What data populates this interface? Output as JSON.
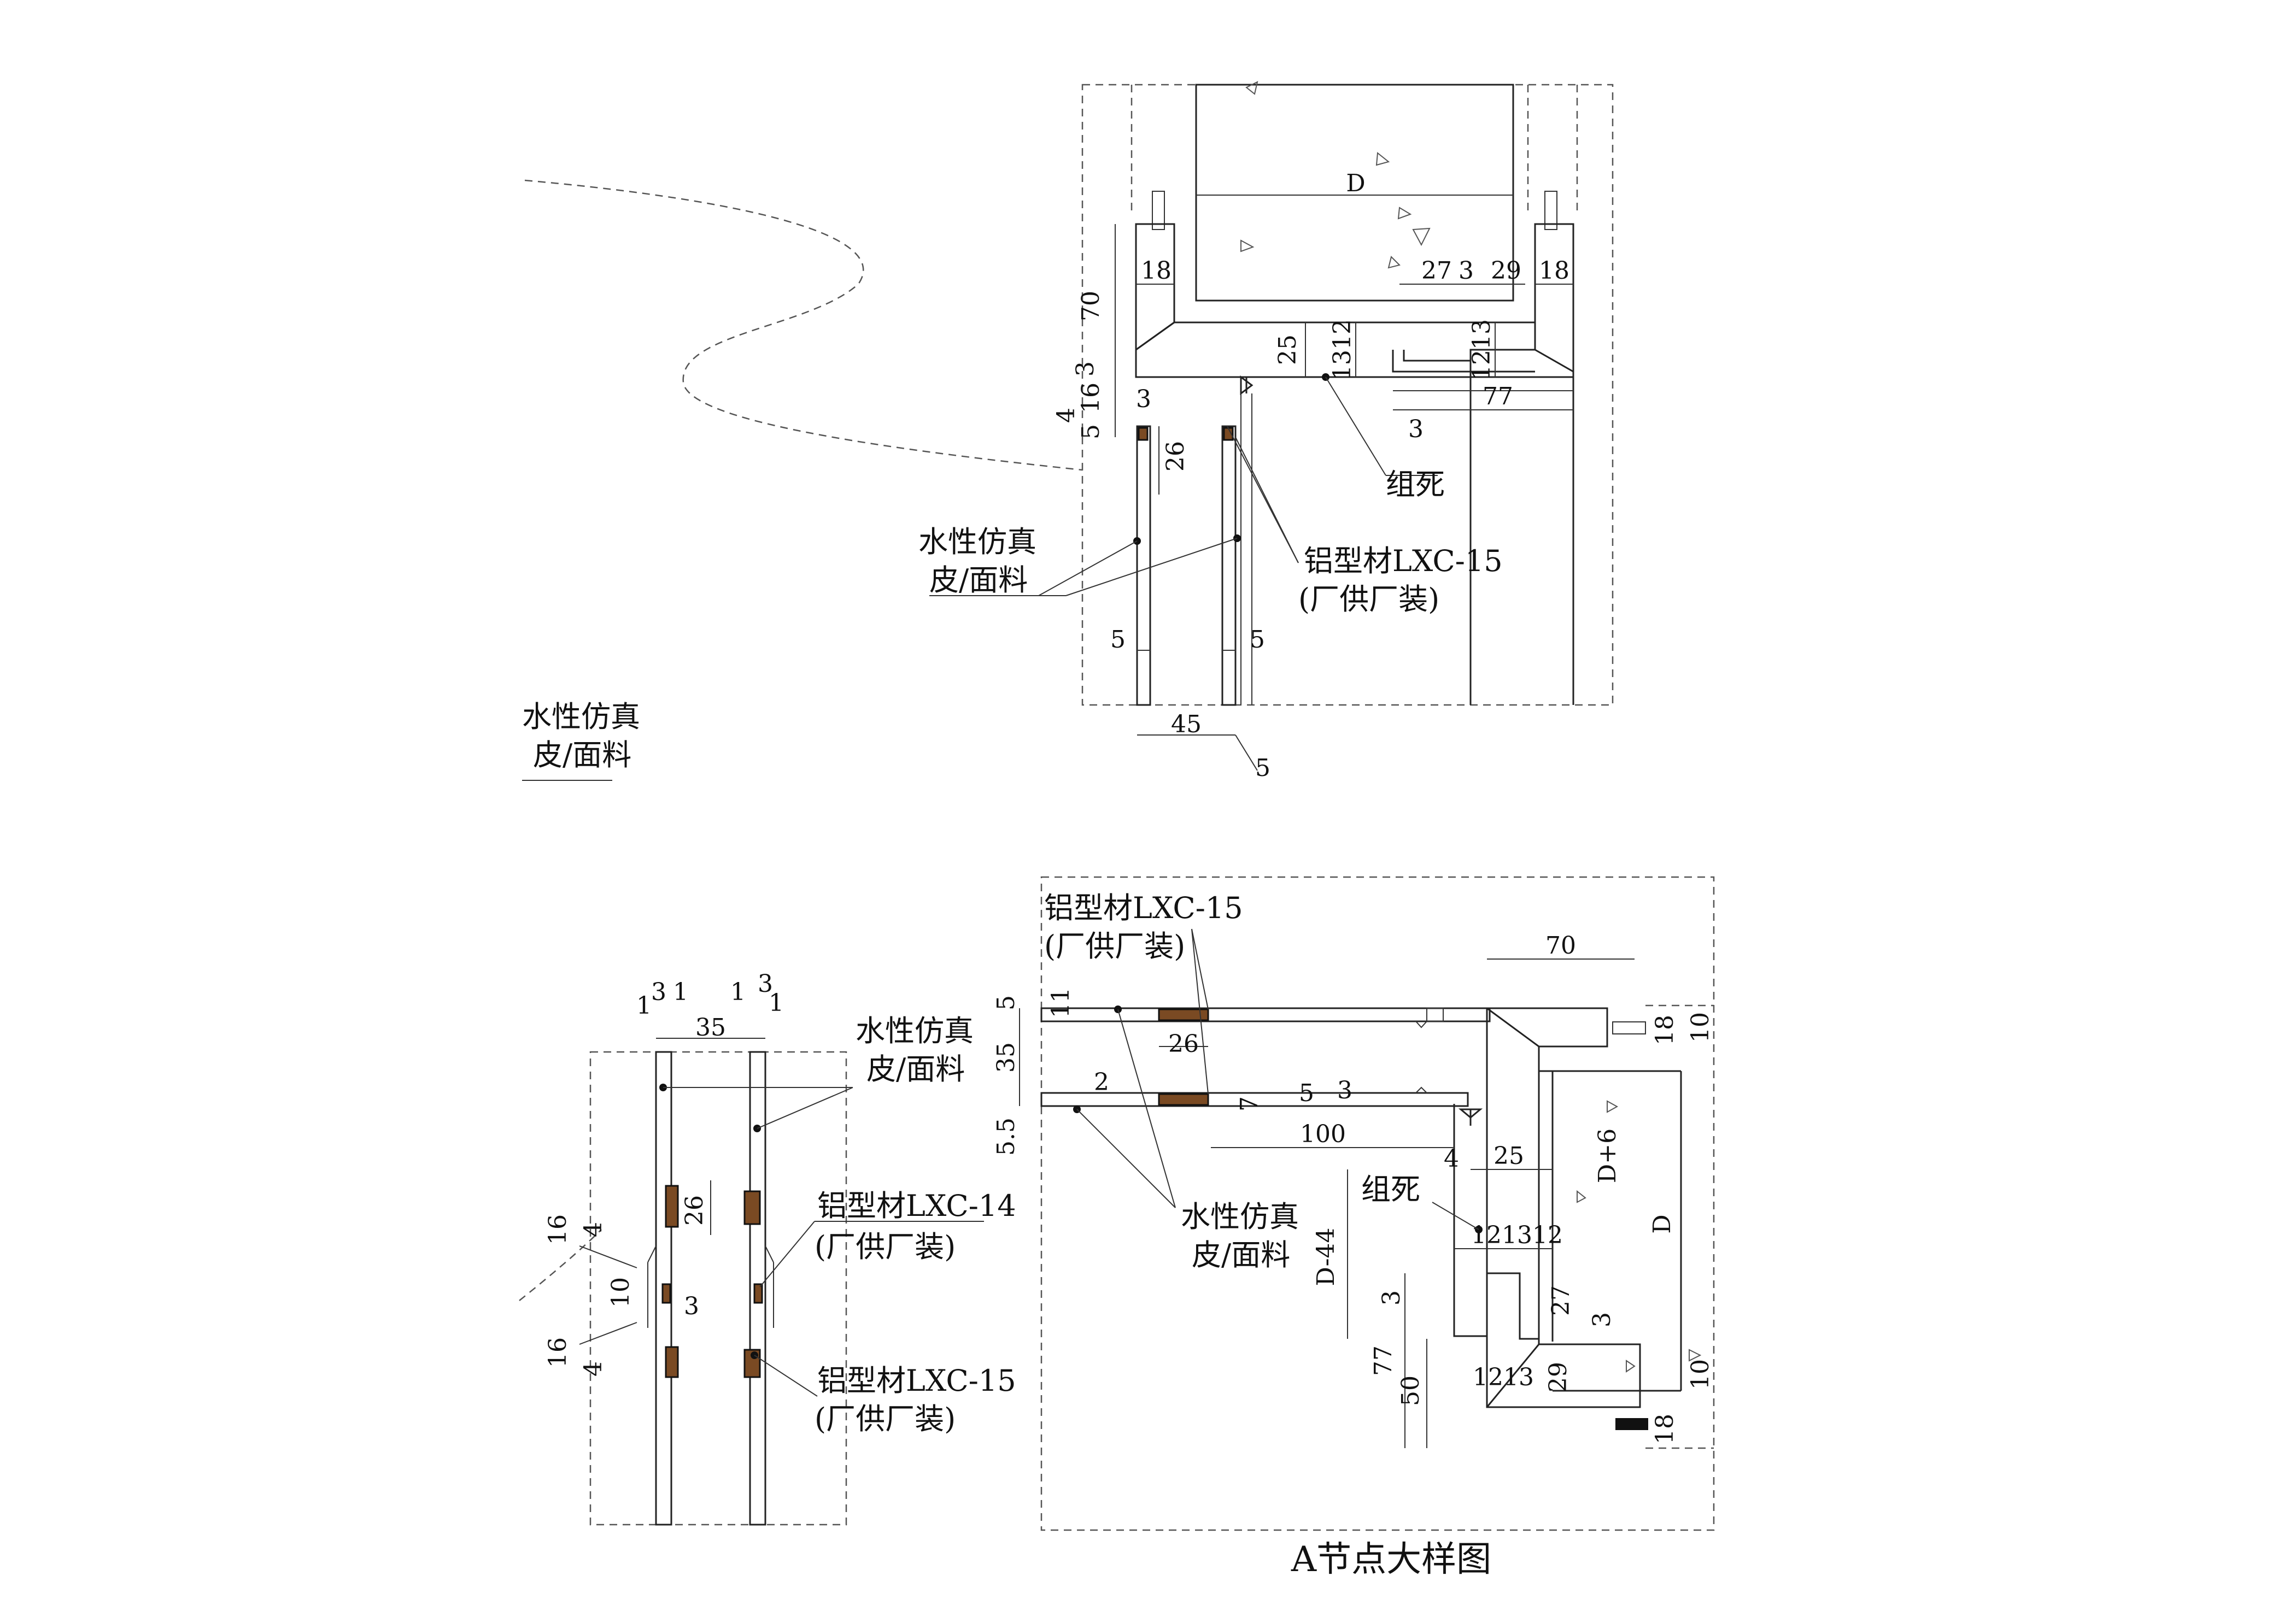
{
  "drawing": {
    "title": "A节点大样图"
  },
  "labels": {
    "fabric": "水性仿真",
    "fabric2": "皮/面料",
    "alu15": "铝型材LXC-15",
    "alu14": "铝型材LXC-14",
    "factory": "(厂供厂装)",
    "fixed": "组死"
  },
  "dims": {
    "d": "D",
    "d6": "D+6",
    "d44": "D-44",
    "n1": "1",
    "n2": "2",
    "n3": "3",
    "n4": "4",
    "n5": "5",
    "n55": "5.5",
    "n7": "7",
    "n10": "10",
    "n11": "11",
    "n12": "12",
    "n13": "13",
    "n1312": "1312",
    "n1213": "1213",
    "n121312": "121312",
    "n16": "16",
    "n18": "18",
    "n25": "25",
    "n26": "26",
    "n27": "27",
    "n29": "29",
    "n35": "35",
    "n45": "45",
    "n50": "50",
    "n70": "70",
    "n77": "77",
    "n100": "100"
  },
  "legend": {
    "line_label_1": "水性仿真",
    "line_label_2": "皮/面料"
  }
}
